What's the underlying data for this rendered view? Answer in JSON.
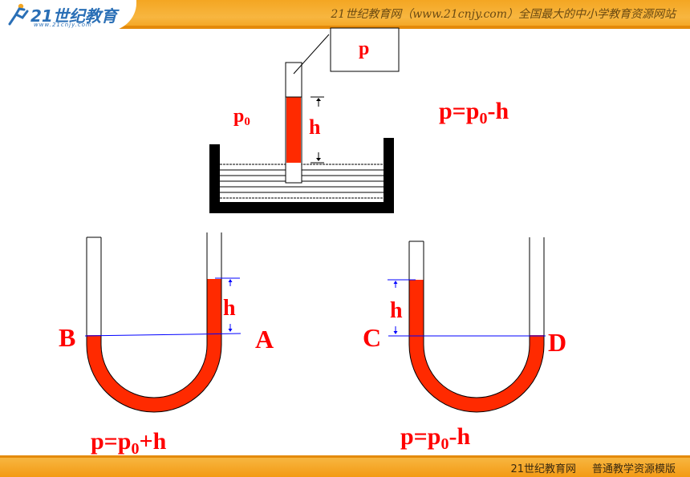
{
  "header": {
    "logo_text": "21世纪教育",
    "logo_subtext": "www.21cnjy.com",
    "site_text": "21世纪教育网（www.21cnjy.com）全国最大的中小学教育资源网站"
  },
  "footer": {
    "left_text": "21世纪教育网",
    "right_text": "普通教学资源模版"
  },
  "diagram": {
    "callout_label": "p",
    "atmos_label": "p",
    "atmos_sub": "0",
    "height_label": "h",
    "formula_top": {
      "a": "p=p",
      "sub": "0",
      "b": "-h"
    },
    "left_u": {
      "height_label": "h",
      "point_left": "B",
      "point_right": "A"
    },
    "right_u": {
      "height_label": "h",
      "point_left": "C",
      "point_right": "D"
    },
    "formula_left": {
      "a": "p=p",
      "sub": "0",
      "b": "+h"
    },
    "formula_right": {
      "a": "p=p",
      "sub": "0",
      "b": "-h"
    },
    "colors": {
      "liquid": "#ff2a00",
      "label": "#ff0000",
      "level_line": "#0000ff",
      "basin": "#000000"
    }
  }
}
